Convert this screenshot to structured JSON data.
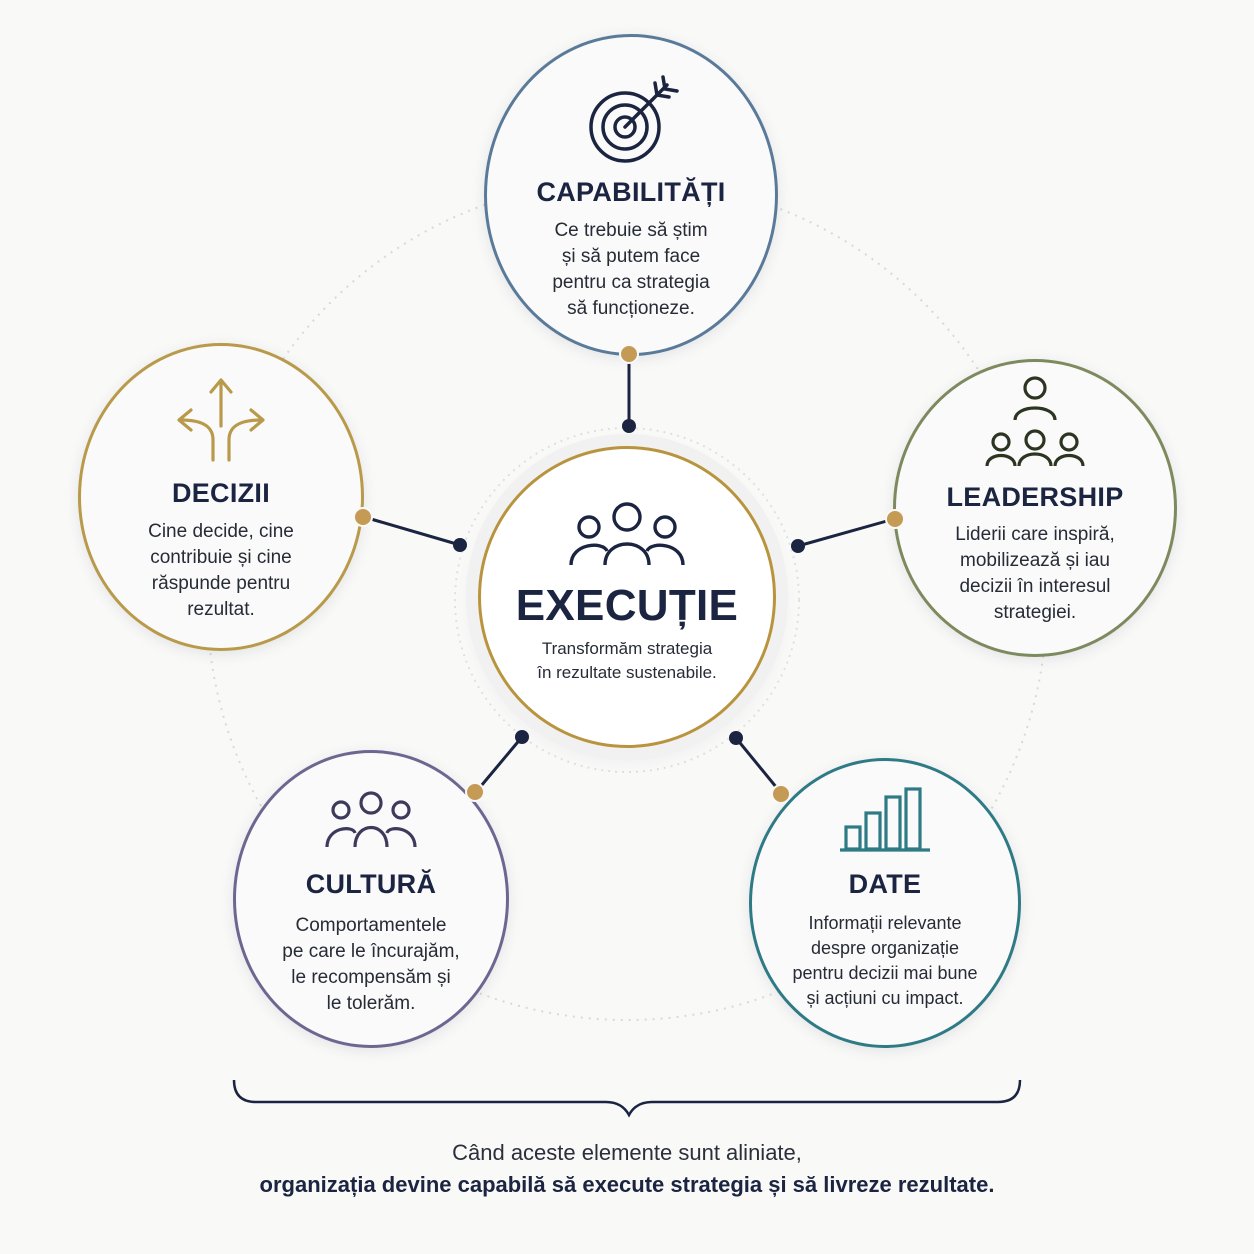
{
  "center": {
    "title": "EXECUȚIE",
    "description": "Transformăm strategia\nîn rezultate sustenabile.",
    "icon": "team-icon"
  },
  "nodes": [
    {
      "id": "capabilitati",
      "title": "CAPABILITĂȚI",
      "description": "Ce trebuie să știm\nși să putem face\npentru ca strategia\nsă funcționeze.",
      "icon": "target-icon",
      "color": "#5a7a99"
    },
    {
      "id": "leadership",
      "title": "LEADERSHIP",
      "description": "Liderii care inspiră,\nmobilizează și  iau\ndecizii în interesul\nstrategiei.",
      "icon": "hierarchy-icon",
      "color": "#7d8a5e"
    },
    {
      "id": "date",
      "title": "DATE",
      "description": "Informații relevante\ndespre organizație\npentru decizii mai bune\nși acțiuni cu impact.",
      "icon": "bar-chart-icon",
      "color": "#2e7a85"
    },
    {
      "id": "cultura",
      "title": "CULTURĂ",
      "description": "Comportamentele\npe care le încurajăm,\nle recompensăm și\nle tolerăm.",
      "icon": "group-icon",
      "color": "#6e6691"
    },
    {
      "id": "decizii",
      "title": "DECIZII",
      "description": "Cine decide, cine\ncontribuie și cine\nrăspunde pentru\nrezultat.",
      "icon": "split-arrows-icon",
      "color": "#b89a4a"
    }
  ],
  "footer": {
    "line1": "Când aceste elemente sunt aliniate,",
    "line2": "organizația devine capabilă să execute strategia și să livreze rezultate."
  },
  "colors": {
    "navy": "#1b2440",
    "gold": "#c49a55",
    "center_border": "#b9943e",
    "dotted_ring": "#d9d9d9"
  }
}
